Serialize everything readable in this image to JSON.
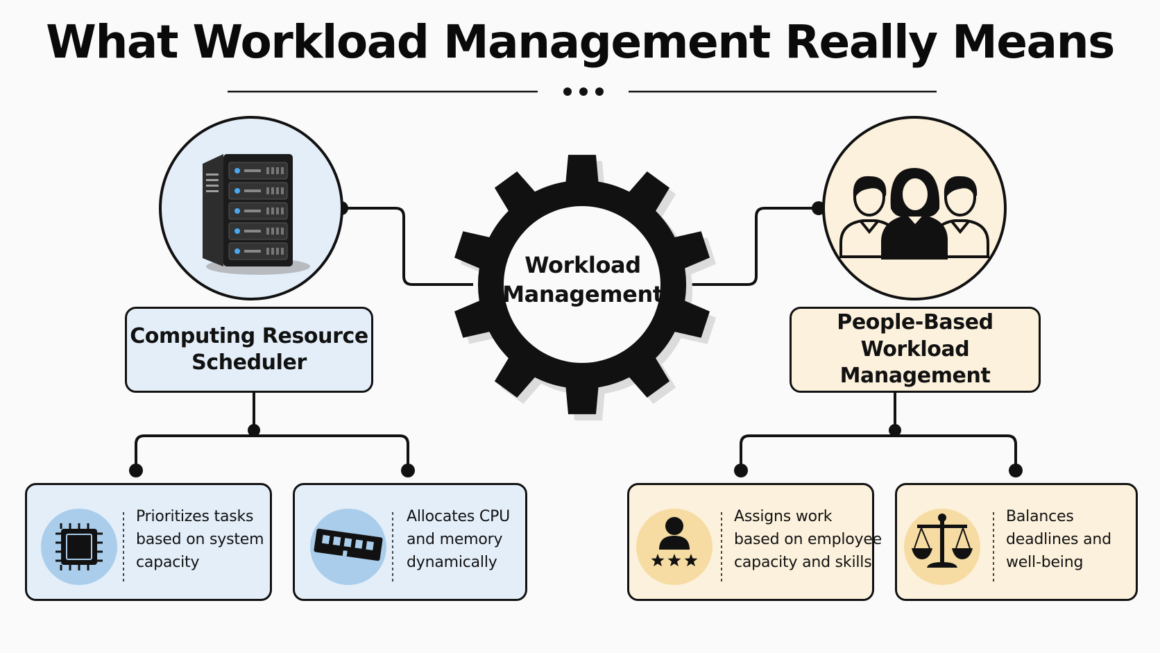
{
  "title": "What Workload Management Really Means",
  "center": {
    "label": "Workload\nManagement"
  },
  "left": {
    "label": "Computing Resource\nScheduler",
    "icon": "server-icon",
    "cards": [
      {
        "icon": "cpu-chip-icon",
        "text": "Prioritizes tasks\nbased on system\ncapacity"
      },
      {
        "icon": "memory-module-icon",
        "text": "Allocates CPU\nand memory\ndynamically"
      }
    ]
  },
  "right": {
    "label": "People-Based\nWorkload Management",
    "icon": "team-people-icon",
    "cards": [
      {
        "icon": "employee-rating-icon",
        "text": "Assigns work\nbased on employee\ncapacity and skills"
      },
      {
        "icon": "balance-scale-icon",
        "text": "Balances\ndeadlines and\nwell-being"
      }
    ]
  },
  "colors": {
    "left_fill": "#e3eef9",
    "left_icon_bg": "#a9cdea",
    "right_fill": "#fcf1dc",
    "right_icon_bg": "#f6dca3",
    "stroke": "#111111"
  }
}
